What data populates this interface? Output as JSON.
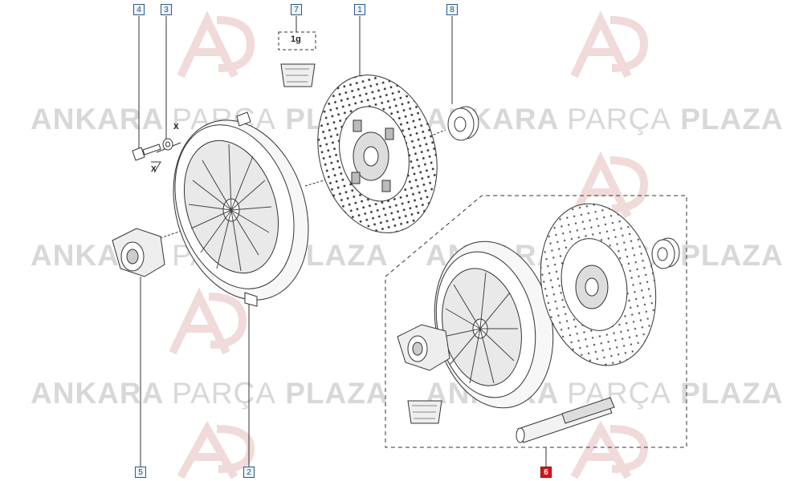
{
  "watermark": {
    "brand_word1": "ANKARA",
    "brand_word2": "PARÇA",
    "brand_word3": "PLAZA",
    "logo_glyph": "AP",
    "color": "#d8d8d8",
    "logo_color": "#f0d6d6"
  },
  "callouts": {
    "c4": "4",
    "c3": "3",
    "c7": "7",
    "c1": "1",
    "c8": "8",
    "c5": "5",
    "c2": "2",
    "c6": "6"
  },
  "labels": {
    "grease_qty": "1g",
    "x_mark_top": "X",
    "x_mark_bottom": "X"
  },
  "colors": {
    "line": "#333333",
    "callout_border": "#2a5a8a",
    "active_callout": "#d8161b"
  }
}
